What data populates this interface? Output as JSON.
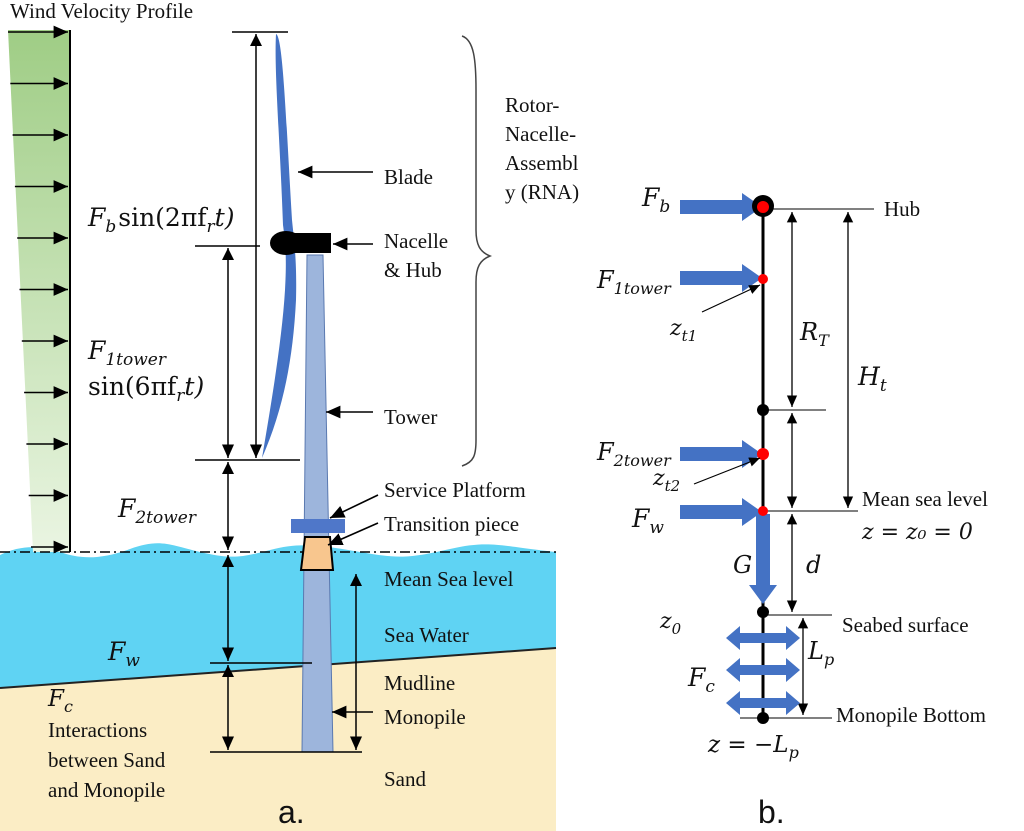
{
  "panel_a": {
    "wind_title": "Wind Velocity Profile",
    "rna_label_lines": [
      "Rotor-",
      "Nacelle-",
      "Assembl",
      "y (RNA)"
    ],
    "blade": "Blade",
    "nacelle_lines": [
      "Nacelle",
      "& Hub"
    ],
    "tower": "Tower",
    "service_platform": "Service Platform",
    "transition_piece": "Transition piece",
    "mean_sea_level": "Mean Sea level",
    "sea_water": "Sea Water",
    "mudline": "Mudline",
    "monopile": "Monopile",
    "sand": "Sand",
    "fb_force": {
      "sym": "F",
      "sub": "b",
      "expr": "sin(2πf",
      "expr_sub": "r",
      "expr_end": "t)"
    },
    "f1_force": {
      "sym": "F",
      "sub": "1tower",
      "expr": "sin(6πf",
      "expr_sub": "r",
      "expr_end": "t)"
    },
    "f2_force": {
      "sym": "F",
      "sub": "2tower"
    },
    "fw_force": {
      "sym": "F",
      "sub": "w"
    },
    "fc_force": {
      "sym": "F",
      "sub": "c"
    },
    "interactions_lines": [
      "Interactions",
      "between  Sand",
      "and Monopile"
    ],
    "panel_letter": "a."
  },
  "panel_b": {
    "hub": "Hub",
    "fb": {
      "sym": "F",
      "sub": "b"
    },
    "f1": {
      "sym": "F",
      "sub": "1tower"
    },
    "zt1": {
      "sym": "z",
      "sub": "t1"
    },
    "rt": {
      "sym": "R",
      "sub": "T"
    },
    "ht": {
      "sym": "H",
      "sub": "t"
    },
    "f2": {
      "sym": "F",
      "sub": "2tower"
    },
    "zt2": {
      "sym": "z",
      "sub": "t2"
    },
    "fw": {
      "sym": "F",
      "sub": "w"
    },
    "mean_sea_level": "Mean sea level",
    "msl_eq": "z = z₀ = 0",
    "g": "G",
    "d": "d",
    "z0": {
      "sym": "z",
      "sub": "0"
    },
    "seabed": "Seabed surface",
    "lp": {
      "sym": "L",
      "sub": "p"
    },
    "fc": {
      "sym": "F",
      "sub": "c"
    },
    "monopile_bottom": "Monopile Bottom",
    "bottom_eq": {
      "text": "z = −L",
      "sub": "p"
    },
    "panel_letter": "b."
  },
  "colors": {
    "sea": "#5fd3f3",
    "sand": "#fbedc5",
    "tower": "#9db5dc",
    "blade": "#4472c4",
    "arrow": "#4472c4",
    "wind_top": "#a9d18e",
    "transition": "#f8c68e",
    "red_dot": "#ff0000"
  }
}
